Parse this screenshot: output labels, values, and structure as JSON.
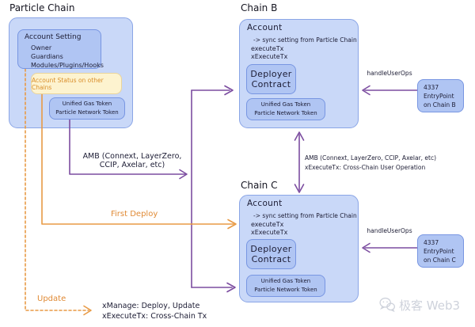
{
  "titles": {
    "particle_chain": "Particle Chain",
    "chain_b": "Chain B",
    "chain_c": "Chain C"
  },
  "particle_chain": {
    "account_setting": {
      "title": "Account Setting",
      "items": [
        "Owner",
        "Guardians",
        "Modules/Plugins/Hooks"
      ]
    },
    "account_status": "Account Status on other Chains",
    "token_box": {
      "line1": "Unified Gas Token",
      "line2": "Particle Network Token"
    }
  },
  "chain_b": {
    "account_title": "Account",
    "sync": "-> sync setting from Particle Chain",
    "execute_tx": "executeTx",
    "x_execute_tx": "xExecuteTx",
    "deployer": {
      "line1": "Deployer",
      "line2": "Contract"
    },
    "token_box": {
      "line1": "Unified Gas Token",
      "line2": "Particle Network Token"
    },
    "entrypoint": {
      "line1": "4337",
      "line2": "EntryPoint",
      "line3": "on Chain B"
    },
    "handle_user_ops": "handleUserOps"
  },
  "chain_c": {
    "account_title": "Account",
    "sync": "-> sync setting from Particle Chain",
    "execute_tx": "executeTx",
    "x_execute_tx": "xExecuteTx",
    "deployer": {
      "line1": "Deployer",
      "line2": "Contract"
    },
    "token_box": {
      "line1": "Unified Gas Token",
      "line2": "Particle Network Token"
    },
    "entrypoint": {
      "line1": "4337",
      "line2": "EntryPoint",
      "line3": "on Chain C"
    },
    "handle_user_ops": "handleUserOps"
  },
  "labels": {
    "amb_left_line1": "AMB (Connext, LayerZero,",
    "amb_left_line2": "CCIP, Axelar, etc)",
    "amb_right_line1": "AMB (Connext, LayerZero, CCIP, Axelar, etc)",
    "amb_right_line2": "xExecuteTx: Cross-Chain User Operation",
    "first_deploy": "First Deploy",
    "update": "Update",
    "update_note_line1": "xManage: Deploy, Update",
    "update_note_line2": "xExecuteTx: Cross-Chain Tx"
  },
  "watermark": {
    "text": "极客 Web3"
  },
  "colors": {
    "container_fill": "#c9d8f8",
    "container_border": "#8aa5e6",
    "box_fill": "#b0c5f3",
    "box_border": "#7896e2",
    "yellow_fill": "#fdf3cf",
    "yellow_border": "#e9d49c",
    "orange_accent": "#e08a35",
    "purple_accent": "#7c4da0",
    "ink": "#1c1c34",
    "watermark_gray": "#ced2db"
  }
}
